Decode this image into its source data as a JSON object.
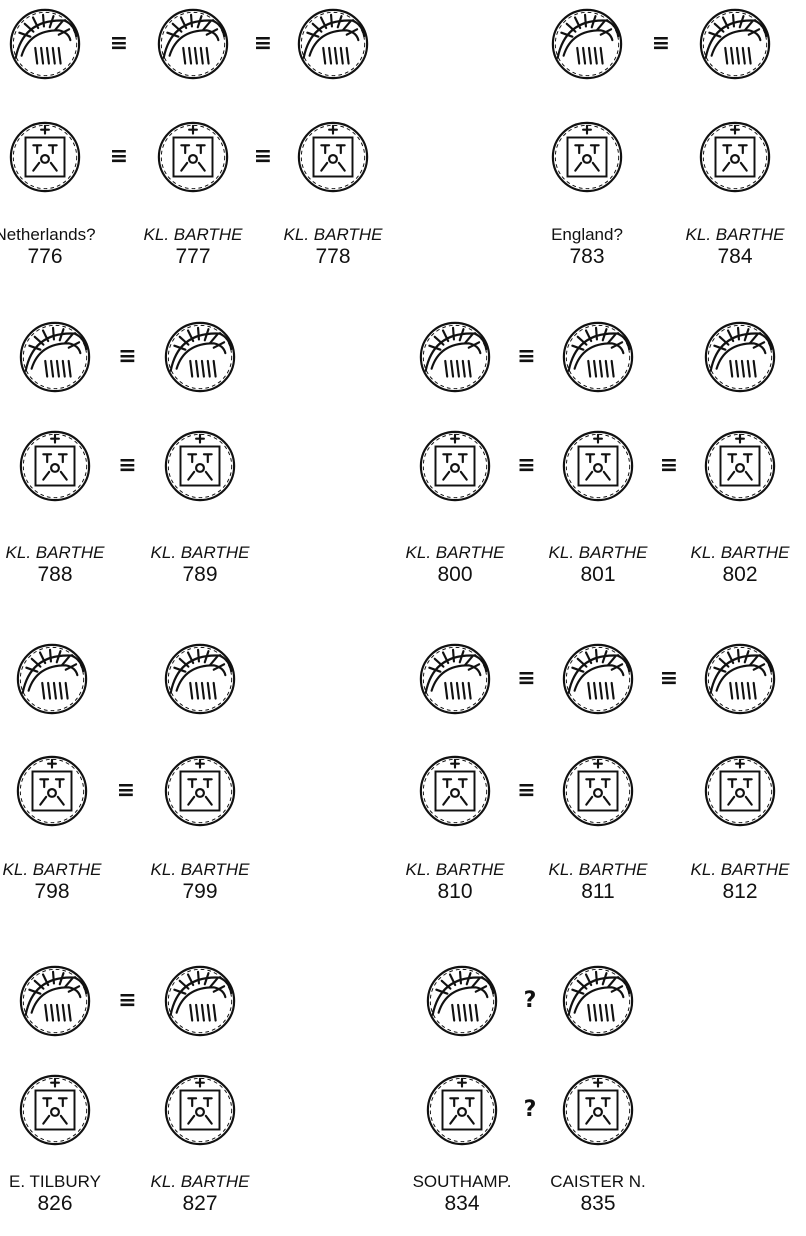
{
  "groups": [
    {
      "coins": [
        {
          "source": "Netherlands?",
          "italic": false,
          "number": "776"
        },
        {
          "source": "KL. BARTHE",
          "italic": true,
          "number": "777"
        },
        {
          "source": "KL. BARTHE",
          "italic": true,
          "number": "778"
        }
      ],
      "obverse_links": [
        "≡",
        "≡"
      ],
      "reverse_links": [
        "≡",
        "≡"
      ]
    },
    {
      "coins": [
        {
          "source": "England?",
          "italic": false,
          "number": "783"
        },
        {
          "source": "KL. BARTHE",
          "italic": true,
          "number": "784"
        }
      ],
      "obverse_links": [
        "≡"
      ],
      "reverse_links": [
        ""
      ]
    },
    {
      "coins": [
        {
          "source": "KL. BARTHE",
          "italic": true,
          "number": "788"
        },
        {
          "source": "KL. BARTHE",
          "italic": true,
          "number": "789"
        }
      ],
      "obverse_links": [
        "≡"
      ],
      "reverse_links": [
        "≡"
      ]
    },
    {
      "coins": [
        {
          "source": "KL. BARTHE",
          "italic": true,
          "number": "800"
        },
        {
          "source": "KL. BARTHE",
          "italic": true,
          "number": "801"
        },
        {
          "source": "KL. BARTHE",
          "italic": true,
          "number": "802"
        }
      ],
      "obverse_links": [
        "≡",
        ""
      ],
      "reverse_links": [
        "≡",
        "≡"
      ]
    },
    {
      "coins": [
        {
          "source": "KL. BARTHE",
          "italic": true,
          "number": "798"
        },
        {
          "source": "KL. BARTHE",
          "italic": true,
          "number": "799"
        }
      ],
      "obverse_links": [
        ""
      ],
      "reverse_links": [
        "≡"
      ]
    },
    {
      "coins": [
        {
          "source": "KL. BARTHE",
          "italic": true,
          "number": "810"
        },
        {
          "source": "KL. BARTHE",
          "italic": true,
          "number": "811"
        },
        {
          "source": "KL. BARTHE",
          "italic": true,
          "number": "812"
        }
      ],
      "obverse_links": [
        "≡",
        "≡"
      ],
      "reverse_links": [
        "≡",
        ""
      ]
    },
    {
      "coins": [
        {
          "source": "E. TILBURY",
          "italic": false,
          "number": "826"
        },
        {
          "source": "KL. BARTHE",
          "italic": true,
          "number": "827"
        }
      ],
      "obverse_links": [
        "≡"
      ],
      "reverse_links": [
        ""
      ]
    },
    {
      "coins": [
        {
          "source": "SOUTHAMP.",
          "italic": false,
          "number": "834"
        },
        {
          "source": "CAISTER N.",
          "italic": false,
          "number": "835"
        }
      ],
      "obverse_links": [
        "?"
      ],
      "reverse_links": [
        "?"
      ]
    }
  ]
}
